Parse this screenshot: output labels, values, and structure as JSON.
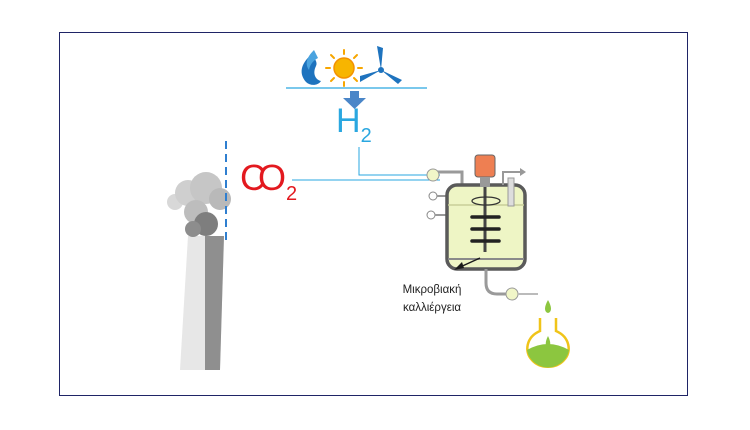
{
  "hydrogen": {
    "symbol": "H",
    "subscript": "2",
    "color": "#2aa7e0"
  },
  "carbon_dioxide": {
    "symbol": "CO",
    "subscript": "2",
    "color": "#e3191f"
  },
  "bioreactor": {
    "line1": "Μικροβιακή",
    "line2": "καλλιέργεια"
  },
  "icons": [
    "flame-icon",
    "sun-icon",
    "wind-turbine-icon",
    "down-arrow-icon",
    "smokestack-icon",
    "bioreactor-icon",
    "product-flask-icon"
  ],
  "colors": {
    "frame": "#1f2466",
    "line": "#2aa7e0",
    "culture": "#eef5c5",
    "flask": "#8cc63f"
  }
}
